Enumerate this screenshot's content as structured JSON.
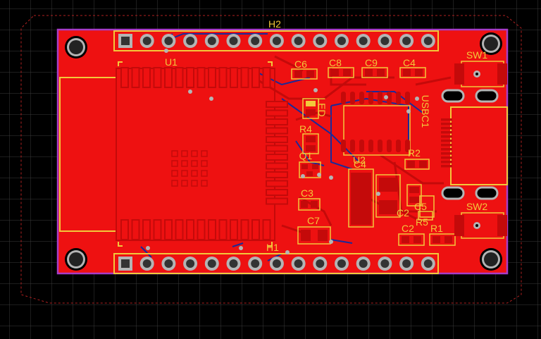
{
  "colors": {
    "background": "#000000",
    "grid": "#3a3a3a",
    "copper_top": "#ee1111",
    "copper_dark": "#c40a0a",
    "silkscreen": "#f2c83a",
    "board_outline": "#a83cc8",
    "pad": "#b4b4b4",
    "trace_bottom": "#1a2a9a",
    "keepout": "#b02020"
  },
  "headers": {
    "top": {
      "designator": "H2",
      "pin_count": 15
    },
    "bottom": {
      "designator": "H1",
      "pin_count": 15
    }
  },
  "module": {
    "designator": "U1",
    "pad_count_per_side": 11
  },
  "components": {
    "c6": "C6",
    "c8": "C8",
    "c9": "C9",
    "c4": "C4",
    "r4": "R4",
    "led": "LED",
    "q1": "Q1",
    "u2": "U2",
    "c4b": "C4",
    "usb": "USBC1",
    "r2": "R2",
    "c3": "C3",
    "c7": "C7",
    "c5": "C5",
    "c2b": "C2",
    "r5": "R5",
    "c2": "C2",
    "r1": "R1",
    "sw1": "SW1",
    "sw2": "SW2"
  }
}
